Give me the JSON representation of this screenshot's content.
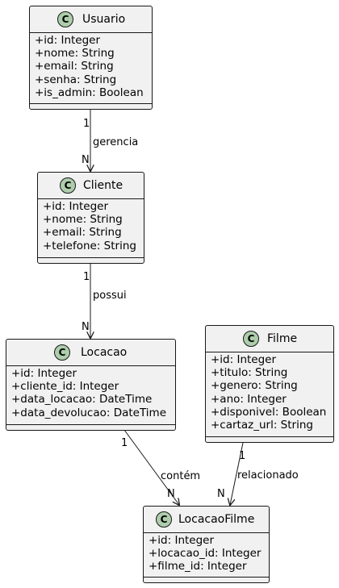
{
  "classes": {
    "usuario": {
      "name": "Usuario",
      "stereotype": "C",
      "attributes": [
        "+id: Integer",
        "+nome: String",
        "+email: String",
        "+senha: String",
        "+is_admin: Boolean"
      ]
    },
    "cliente": {
      "name": "Cliente",
      "stereotype": "C",
      "attributes": [
        "+id: Integer",
        "+nome: String",
        "+email: String",
        "+telefone: String"
      ]
    },
    "locacao": {
      "name": "Locacao",
      "stereotype": "C",
      "attributes": [
        "+id: Integer",
        "+cliente_id: Integer",
        "+data_locacao: DateTime",
        "+data_devolucao: DateTime"
      ]
    },
    "filme": {
      "name": "Filme",
      "stereotype": "C",
      "attributes": [
        "+id: Integer",
        "+titulo: String",
        "+genero: String",
        "+ano: Integer",
        "+disponivel: Boolean",
        "+cartaz_url: String"
      ]
    },
    "locacaofilme": {
      "name": "LocacaoFilme",
      "stereotype": "C",
      "attributes": [
        "+id: Integer",
        "+locacao_id: Integer",
        "+filme_id: Integer"
      ]
    }
  },
  "relations": {
    "usuario_cliente": {
      "label": "gerencia",
      "source_mult": "1",
      "target_mult": "N"
    },
    "cliente_locacao": {
      "label": "possui",
      "source_mult": "1",
      "target_mult": "N"
    },
    "locacao_locacaofilme": {
      "label": "contém",
      "source_mult": "1",
      "target_mult": "N"
    },
    "filme_locacaofilme": {
      "label": "relacionado",
      "source_mult": "1",
      "target_mult": "N"
    }
  },
  "colors": {
    "class_fill": "#f1f1f1",
    "border": "#181818",
    "stereotype_circle": "#adcdab"
  }
}
